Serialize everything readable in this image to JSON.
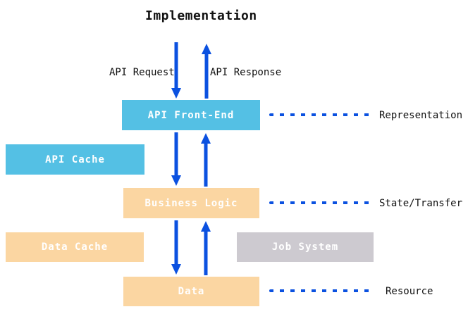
{
  "diagram": {
    "title": "Implementation",
    "flow_labels": {
      "request": "API Request",
      "response": "API Response"
    },
    "boxes": {
      "api_front_end": "API Front-End",
      "api_cache": "API Cache",
      "business_logic": "Business Logic",
      "data_cache": "Data Cache",
      "job_system": "Job System",
      "data": "Data"
    },
    "layer_labels": {
      "representation": "Representation",
      "state_transfer": "State/Transfer",
      "resource": "Resource"
    },
    "colors": {
      "arrow_blue": "#0b51e0",
      "box_cyan": "#54c0e4",
      "box_peach": "#fbd6a2",
      "box_gray": "#cdcad0",
      "text_on_box": "#ffffff",
      "text_dark": "#111111"
    }
  }
}
